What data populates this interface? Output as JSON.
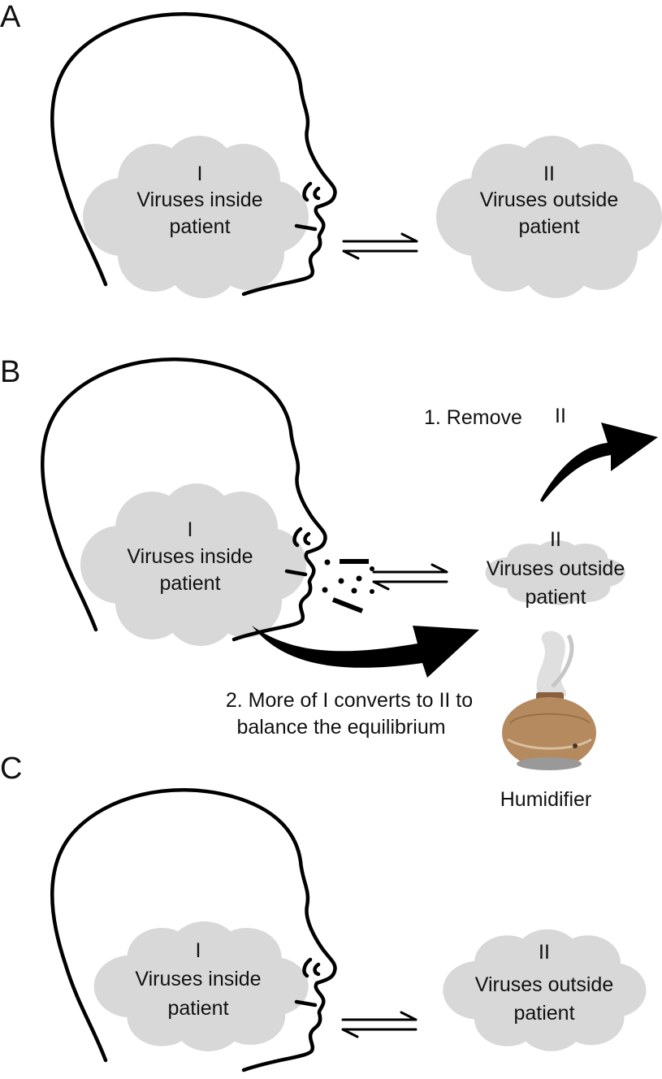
{
  "panels": {
    "a": {
      "letter": "A",
      "inside": {
        "numeral": "I",
        "line1": "Viruses inside",
        "line2": "patient"
      },
      "outside": {
        "numeral": "II",
        "line1": "Viruses outside",
        "line2": "patient"
      }
    },
    "b": {
      "letter": "B",
      "inside": {
        "numeral": "I",
        "line1": "Viruses inside",
        "line2": "patient"
      },
      "outside": {
        "numeral": "II",
        "line1": "Viruses outside",
        "line2": "patient"
      },
      "step1": {
        "text": "1. Remove",
        "numeral": "II"
      },
      "step2": {
        "line1": "2. More of I converts to II to",
        "line2": "balance the equilibrium"
      },
      "device_label": "Humidifier"
    },
    "c": {
      "letter": "C",
      "inside": {
        "numeral": "I",
        "line1": "Viruses inside",
        "line2": "patient"
      },
      "outside": {
        "numeral": "II",
        "line1": "Viruses outside",
        "line2": "patient"
      }
    }
  },
  "colors": {
    "cloud": "#d8d8d8",
    "ink": "#000000",
    "humidifier_wood": "#b48a5e"
  }
}
